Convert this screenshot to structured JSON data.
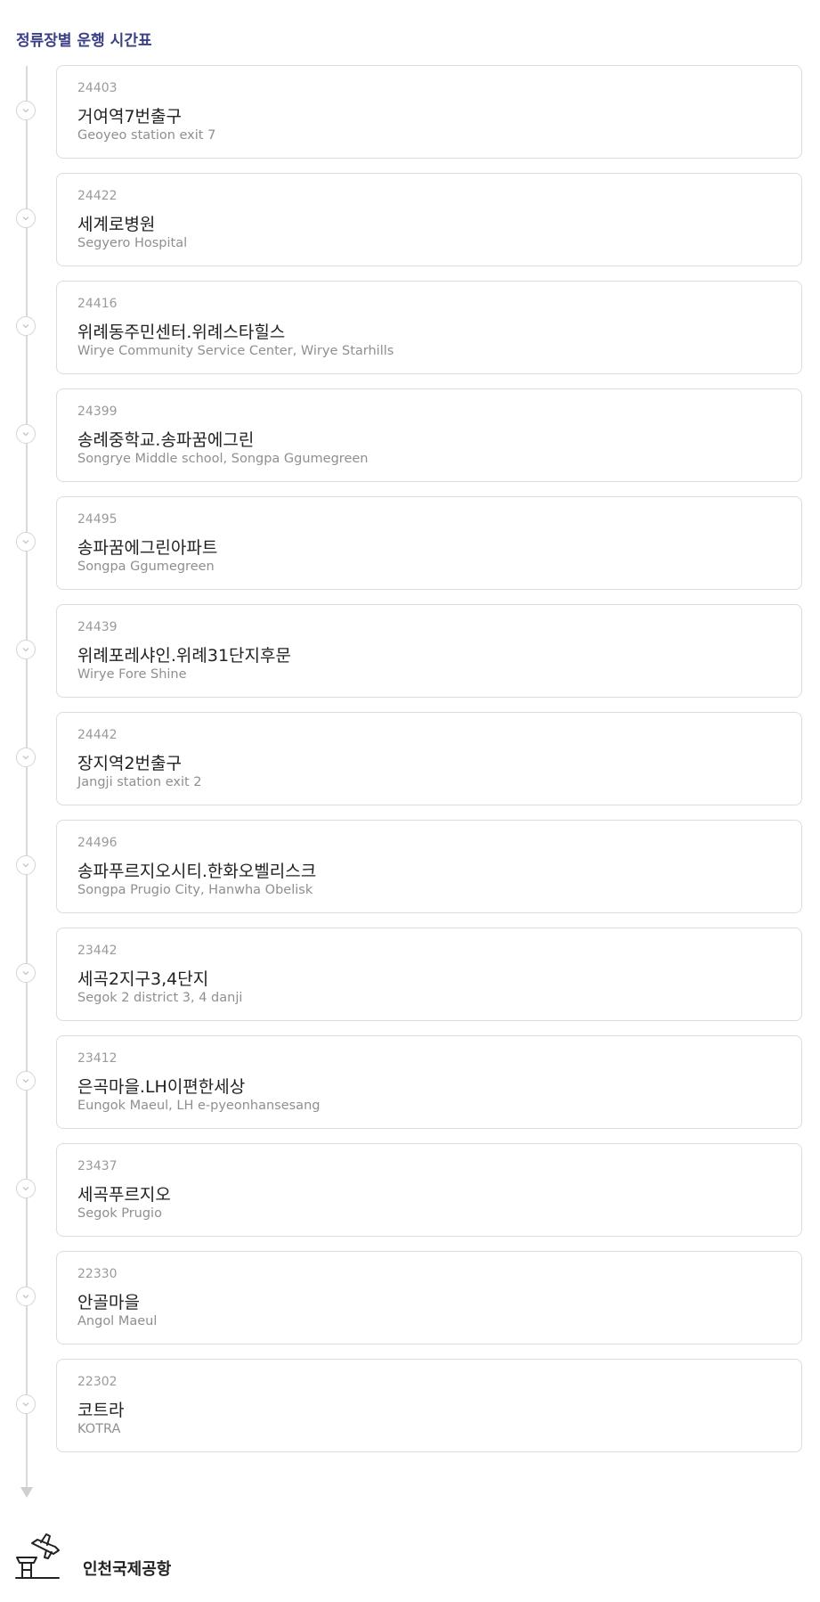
{
  "header": {
    "title": "정류장별 운행 시간표"
  },
  "stops": [
    {
      "code": "24403",
      "name": "거여역7번출구",
      "name_en": "Geoyeo station exit 7"
    },
    {
      "code": "24422",
      "name": "세계로병원",
      "name_en": "Segyero Hospital"
    },
    {
      "code": "24416",
      "name": "위례동주민센터.위례스타힐스",
      "name_en": "Wirye Community Service Center, Wirye Starhills"
    },
    {
      "code": "24399",
      "name": "송례중학교.송파꿈에그린",
      "name_en": "Songrye Middle school, Songpa Ggumegreen"
    },
    {
      "code": "24495",
      "name": "송파꿈에그린아파트",
      "name_en": "Songpa Ggumegreen"
    },
    {
      "code": "24439",
      "name": "위례포레샤인.위례31단지후문",
      "name_en": "Wirye Fore Shine"
    },
    {
      "code": "24442",
      "name": "장지역2번출구",
      "name_en": "Jangji station exit 2"
    },
    {
      "code": "24496",
      "name": "송파푸르지오시티.한화오벨리스크",
      "name_en": "Songpa Prugio City, Hanwha Obelisk"
    },
    {
      "code": "23442",
      "name": "세곡2지구3,4단지",
      "name_en": "Segok 2 district 3, 4 danji"
    },
    {
      "code": "23412",
      "name": "은곡마을.LH이편한세상",
      "name_en": "Eungok Maeul, LH e-pyeonhansesang"
    },
    {
      "code": "23437",
      "name": "세곡푸르지오",
      "name_en": "Segok Prugio"
    },
    {
      "code": "22330",
      "name": "안골마을",
      "name_en": "Angol Maeul"
    },
    {
      "code": "22302",
      "name": "코트라",
      "name_en": "KOTRA"
    }
  ],
  "destination": {
    "name": "인천국제공항",
    "icon": "airport-icon"
  },
  "colors": {
    "title": "#3b3f86",
    "card_border": "#dcdcdc",
    "timeline": "#d9d9d9"
  }
}
